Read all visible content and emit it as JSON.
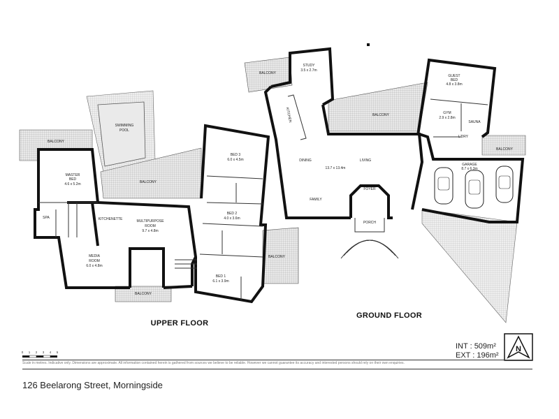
{
  "address": "126 Beelarong Street, Morningside",
  "disclaimer": "Scale in metres. Indicative only. Dimensions are approximate. All information contained herein is gathered from sources we believe to be reliable. However we cannot guarantee its accuracy and interested persons should rely on their own enquiries.",
  "area": {
    "int": "INT : 509m²",
    "ext": "EXT : 196m²"
  },
  "compass": "N",
  "scale_ticks": [
    "0",
    "1",
    "2",
    "3",
    "4",
    "5"
  ],
  "upper_floor": {
    "title": "UPPER FLOOR",
    "balcony_label": "BALCONY",
    "pool_label_1": "SWIMMING",
    "pool_label_2": "POOL",
    "master_name": "MASTER",
    "master_name_2": "BED",
    "master_dim": "4.6 x 5.2m",
    "spa": "SPA",
    "kitchenette": "KITCHENETTE",
    "multipurpose_name": "MULTIPURPOSE",
    "multipurpose_name_2": "ROOM",
    "multipurpose_dim": "9.7 x 4.8m",
    "media_name": "MEDIA",
    "media_name_2": "ROOM",
    "media_dim": "6.0 x 4.8m",
    "bed3_name": "BED 3",
    "bed3_dim": "6.0 x 4.5m",
    "bed2_name": "BED 2",
    "bed2_dim": "4.0 x 3.6m",
    "bed1_name": "BED 1",
    "bed1_dim": "6.1 x 3.9m"
  },
  "ground_floor": {
    "title": "GROUND FLOOR",
    "balcony_label": "BALCONY",
    "study_name": "STUDY",
    "study_dim": "3.5 x 2.7m",
    "kitchen": "KITCHEN",
    "dining": "DINING",
    "living": "LIVING",
    "main_dim": "13.7 x 13.4m",
    "family": "FAMILY",
    "foyer": "FOYER",
    "porch": "PORCH",
    "guest_name": "GUEST",
    "guest_name_2": "BED",
    "guest_dim": "4.8 x 3.8m",
    "gym_name": "GYM",
    "gym_dim": "2.9 x 2.8m",
    "sauna": "SAUNA",
    "laundry": "L'DRY",
    "garage_name": "GARAGE",
    "garage_dim": "8.7 x 6.3m"
  }
}
